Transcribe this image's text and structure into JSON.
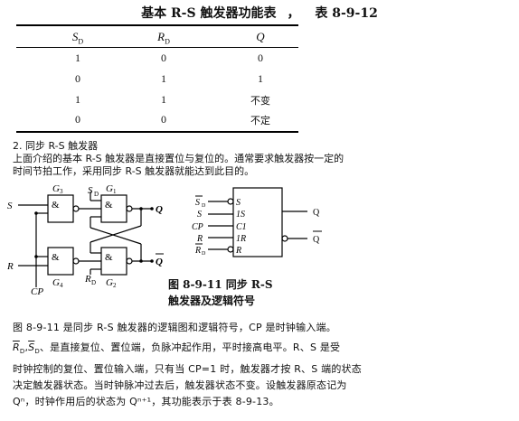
{
  "table": {
    "title_main": "基本 R-S 触发器功能表",
    "title_sep": "，",
    "title_no": "表 8-9-12",
    "headers": [
      "S",
      "R",
      "Q"
    ],
    "header_subs": [
      "D",
      "D",
      ""
    ],
    "rows": [
      [
        "1",
        "0",
        "0"
      ],
      [
        "0",
        "1",
        "1"
      ],
      [
        "1",
        "1",
        "不变"
      ],
      [
        "0",
        "0",
        "不定"
      ]
    ]
  },
  "section": {
    "heading": "2. 同步 R-S 触发器",
    "lines": [
      "上面介绍的基本 R-S 触发器是直接置位与复位的。通常要求触发器按一定的",
      "时间节拍工作，采用同步 R-S 触发器就能达到此目的。"
    ]
  },
  "figure": {
    "logic": {
      "in_s": "S",
      "in_r": "R",
      "in_cp": "CP",
      "sd": "S",
      "sd_sub": "D",
      "rd": "R",
      "rd_sub": "D",
      "gate_symbol": "&",
      "g1": "G",
      "g1_sub": "1",
      "g2": "G",
      "g2_sub": "2",
      "g3": "G",
      "g3_sub": "3",
      "g4": "G",
      "g4_sub": "4",
      "out_q": "Q",
      "out_qbar": "Q"
    },
    "symbol": {
      "left_labels": [
        "S",
        "S",
        "CP",
        "R",
        "R"
      ],
      "left_subs": [
        "D",
        "",
        "",
        "",
        "D"
      ],
      "inner_labels": [
        "S",
        "1S",
        "C1",
        "1R",
        "R"
      ],
      "out_q": "Q",
      "out_qbar": "Q"
    },
    "caption_line1": "图 8-9-11   同步 R-S",
    "caption_line2": "触发器及逻辑符号"
  },
  "body": {
    "line1": "图 8-9-11 是同步 R-S 触发器的逻辑图和逻辑符号，CP 是时钟输入端。",
    "line2_sym": "R",
    "line2_sym_sub": "D",
    "line2_sep": ",",
    "line2_sym2": "S",
    "line2_sym2_sub": "D",
    "line2_text": "、是直接复位、置位端，负脉冲起作用，平时接高电平。R、S 是受",
    "line3": "时钟控制的复位、置位输入端，只有当 CP=1 时，触发器才按 R、S 端的状态",
    "line4": "决定触发器状态。当时钟脉冲过去后，触发器状态不变。设触发器原态记为",
    "line5": "Qⁿ，时钟作用后的状态为 Qⁿ⁺¹，其功能表示于表 8-9-13。"
  }
}
